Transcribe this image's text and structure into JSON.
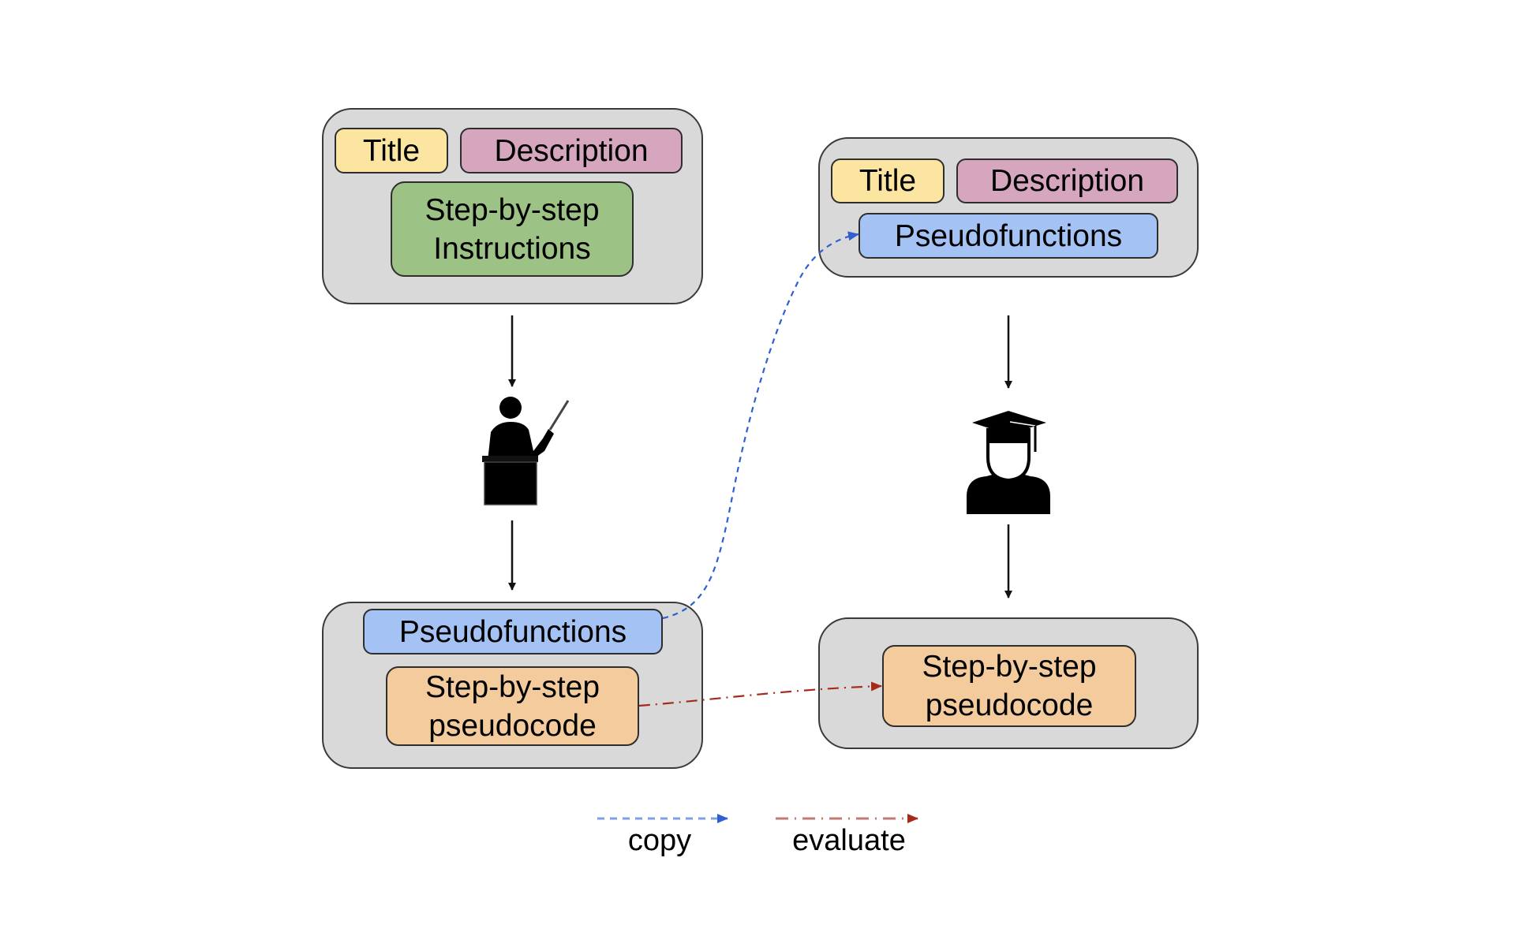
{
  "diagram": {
    "teacher_side": {
      "input_box": {
        "title": "Title",
        "description": "Description",
        "instructions": [
          "Step-by-step",
          "Instructions"
        ]
      },
      "actor": "teacher-icon",
      "output_box": {
        "pseudofunctions": "Pseudofunctions",
        "pseudocode": [
          "Step-by-step",
          "pseudocode"
        ]
      }
    },
    "student_side": {
      "input_box": {
        "title": "Title",
        "description": "Description",
        "pseudofunctions": "Pseudofunctions"
      },
      "actor": "student-icon",
      "output_box": {
        "pseudocode": [
          "Step-by-step",
          "pseudocode"
        ]
      }
    },
    "edges": [
      {
        "from": "teacher-output-pseudofunctions",
        "to": "student-input-pseudofunctions",
        "type": "copy"
      },
      {
        "from": "teacher-output-pseudocode",
        "to": "student-output-pseudocode",
        "type": "evaluate"
      }
    ],
    "legend": [
      {
        "label": "copy",
        "style": "dashed",
        "color": "#3c6fd8"
      },
      {
        "label": "evaluate",
        "style": "dash-dot",
        "color": "#a52a1a"
      }
    ],
    "colors": {
      "container": "#d9d9d9",
      "title": "#fce5a0",
      "description": "#d5a6bd",
      "instructions": "#9dc285",
      "pseudofunctions": "#a4c2f4",
      "pseudocode": "#f3cb9d"
    }
  }
}
